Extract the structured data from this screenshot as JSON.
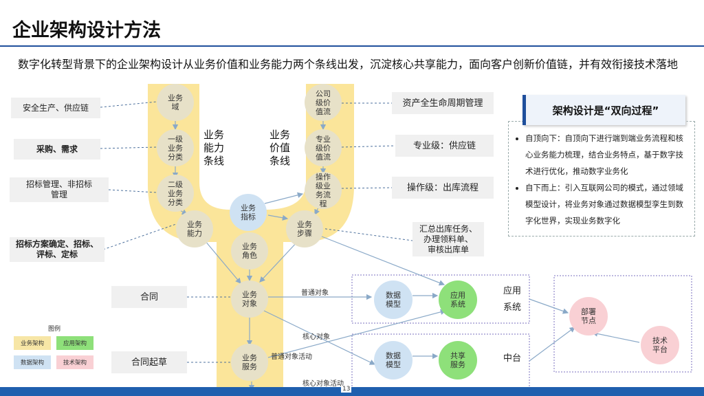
{
  "title": "企业架构设计方法",
  "intro": "数字化转型背景下的企业架构设计从业务价值和业务能力两个条线出发，沉淀核心共享能力，面向客户创新价值链，并有效衔接技术落地",
  "axis_labels": {
    "capability": "业务\n能力\n条线",
    "value": "业务\n价值\n条线"
  },
  "left_nodes": [
    {
      "id": "domain",
      "text": "业务\n域"
    },
    {
      "id": "l1",
      "text": "一级\n业务\n分类"
    },
    {
      "id": "l2",
      "text": "二级\n业务\n分类"
    },
    {
      "id": "cap",
      "text": "业务\n能力"
    },
    {
      "id": "role",
      "text": "业务\n角色"
    },
    {
      "id": "obj",
      "text": "业务\n对象"
    },
    {
      "id": "svc",
      "text": "业务\n服务"
    }
  ],
  "right_nodes": [
    {
      "id": "corp",
      "text": "公司\n级价\n值流"
    },
    {
      "id": "pro",
      "text": "专业\n级价\n值流"
    },
    {
      "id": "op",
      "text": "操作\n级业\n务流\n程"
    },
    {
      "id": "step",
      "text": "业务\n步骤"
    }
  ],
  "indicator_node": "业务\n指标",
  "left_labels": [
    {
      "text": "安全生产、供应链"
    },
    {
      "text": "采购、需求"
    },
    {
      "text": "招标管理、非招标\n管理"
    },
    {
      "text": "招标方案确定、招标、\n评标、定标"
    },
    {
      "text": "合同"
    },
    {
      "text": "合同起草"
    }
  ],
  "right_labels": [
    {
      "text": "资产全生命周期管理"
    },
    {
      "text": "专业级：供应链"
    },
    {
      "text": "操作级：出库流程"
    },
    {
      "text": "汇总出库任务、\n办理领料单、\n审核出库单"
    }
  ],
  "arch_nodes": {
    "data_model_1": "数据\n模型",
    "app_system": "应用\n系统",
    "data_model_2": "数据\n模型",
    "shared_service": "共享\n服务",
    "deploy_node": "部署\n节点",
    "tech_platform": "技术\n平台"
  },
  "group_labels": {
    "app": "应用\n系统",
    "middle": "中台"
  },
  "edge_labels": {
    "normal_obj": "普通对象",
    "core_obj": "核心对象",
    "normal_obj_act": "普通对象活动",
    "core_obj_act": "核心对象活动"
  },
  "card": {
    "title": "架构设计是“双向过程”",
    "bullets": [
      "自顶向下：自顶向下进行端到端业务流程和核心业务能力梳理，结合业务特点，基于数字技术进行优化，推动数字业务化",
      "自下而上：引入互联网公司的模式，通过领域模型设计，将业务对象通过数据模型孪生到数字化世界，实现业务数字化"
    ]
  },
  "legend": {
    "title": "图例",
    "items": [
      {
        "label": "业务架构",
        "color": "#f7e6a6"
      },
      {
        "label": "应用架构",
        "color": "#8ee07a"
      },
      {
        "label": "数据架构",
        "color": "#cfe2f3"
      },
      {
        "label": "技术架构",
        "color": "#f9d0d4"
      }
    ]
  },
  "page_number": "13",
  "colors": {
    "accent": "#1f4f9c",
    "y_shape": "#fbe59a",
    "footer": "#1f5fae"
  }
}
